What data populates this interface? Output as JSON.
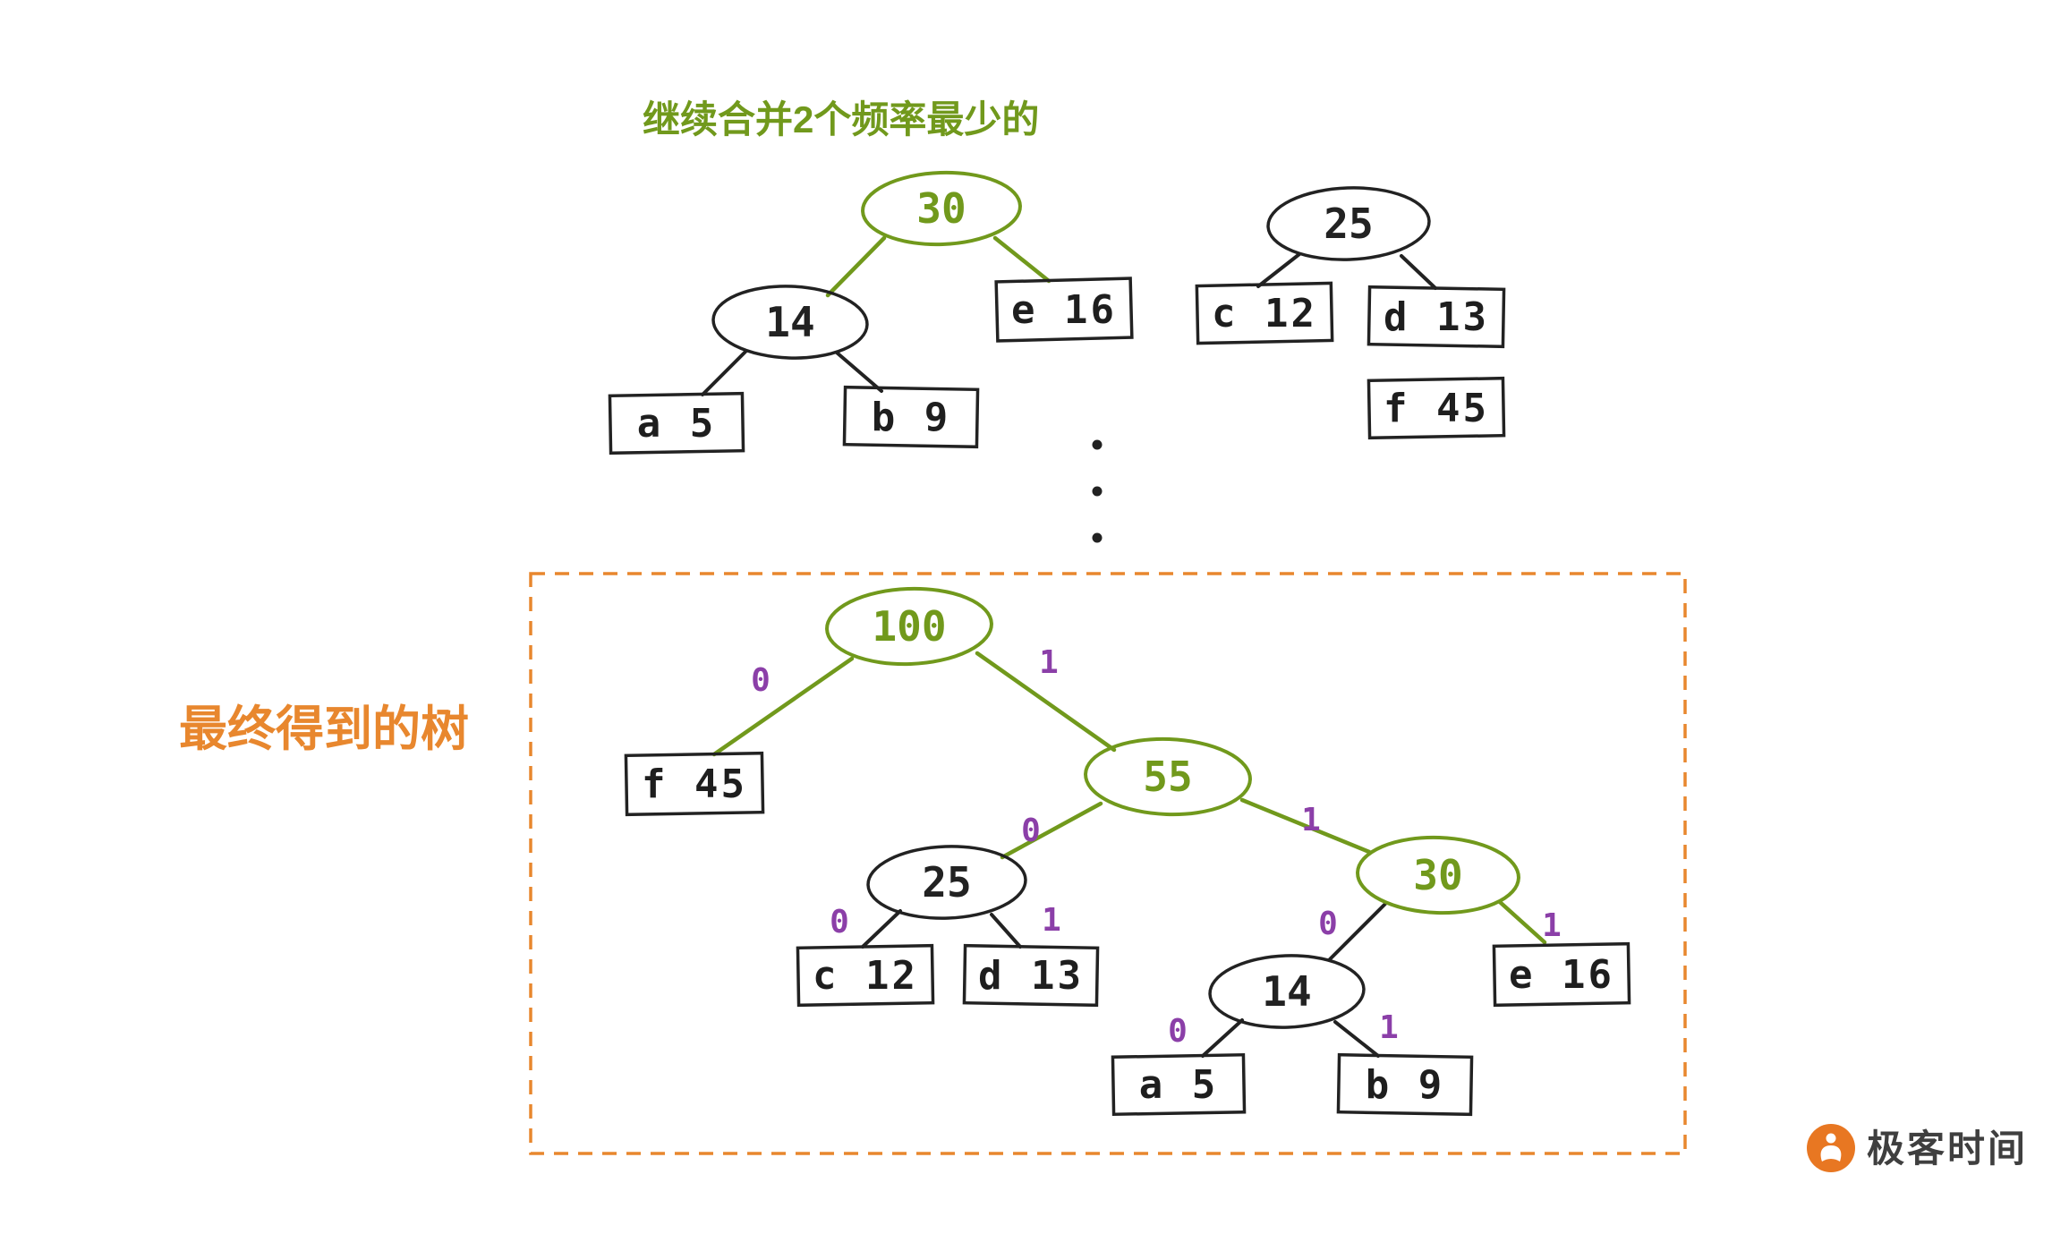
{
  "colors": {
    "green": "#71991c",
    "ink": "#222222",
    "purple": "#8b3fa8",
    "orange": "#e8872e",
    "logo_orange": "#e87722",
    "logo_text_color": "#3f3f3f",
    "background": "#ffffff"
  },
  "icons": {
    "ellipsis": "vertical-dots-icon",
    "logo": "geektime-logo-icon"
  },
  "top_section": {
    "title": "继续合并2个频率最少的",
    "merged_tree": {
      "root": "30",
      "internal": "14",
      "leaf_e": "e 16",
      "leaf_a": "a 5",
      "leaf_b": "b 9"
    },
    "right_tree": {
      "root": "25",
      "leaf_c": "c 12",
      "leaf_d": "d 13",
      "leaf_f": "f 45"
    }
  },
  "final_section": {
    "label": "最终得到的树",
    "tree": {
      "root": "100",
      "n55": "55",
      "n25": "25",
      "n30": "30",
      "n14": "14",
      "leaf_f": "f 45",
      "leaf_c": "c 12",
      "leaf_d": "d 13",
      "leaf_e": "e 16",
      "leaf_a": "a 5",
      "leaf_b": "b 9"
    },
    "edge_bits": {
      "zero": "0",
      "one": "1"
    }
  },
  "footer": {
    "logo_text": "极客时间"
  }
}
